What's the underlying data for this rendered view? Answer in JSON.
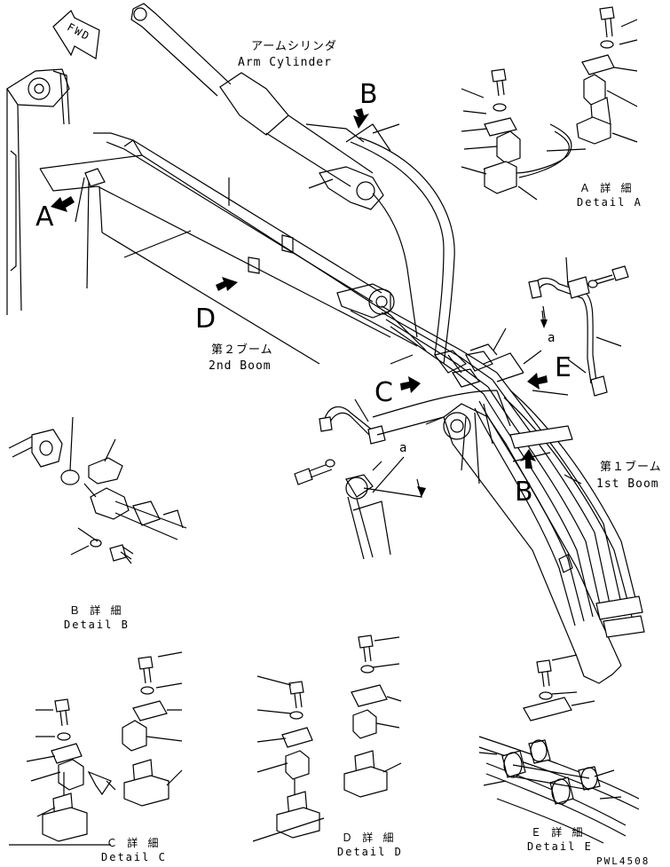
{
  "labels": {
    "arm_cylinder_jp": "アームシリンダ",
    "arm_cylinder_en": "Arm Cylinder",
    "boom2_jp": "第２ブーム",
    "boom2_en": "2nd Boom",
    "boom1_jp": "第１ブーム",
    "boom1_en": "1st Boom",
    "fwd": "FWD",
    "view_a": "A",
    "view_b": "B",
    "view_b2": "B",
    "view_c": "C",
    "view_d": "D",
    "view_e": "E",
    "ref_a1": "a",
    "ref_a2": "a"
  },
  "details": {
    "a_jp": "Ａ 詳 細",
    "a_en": "Detail A",
    "b_jp": "Ｂ 詳 細",
    "b_en": "Detail B",
    "c_jp": "Ｃ 詳 細",
    "c_en": "Detail C",
    "d_jp": "Ｄ 詳 細",
    "d_en": "Detail D",
    "e_jp": "Ｅ 詳 細",
    "e_en": "Detail E"
  },
  "drawing_code": "PWL4508"
}
